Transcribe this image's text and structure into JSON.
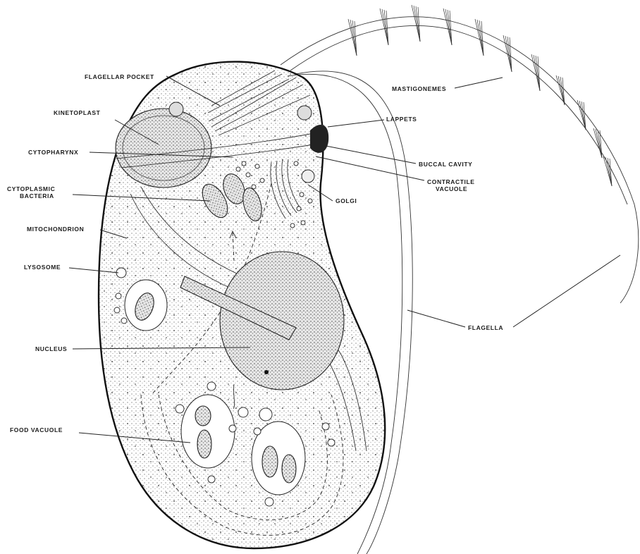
{
  "labels": {
    "flagellar_pocket": "FLAGELLAR POCKET",
    "kinetoplast": "KINETOPLAST",
    "cytopharynx": "CYTOPHARYNX",
    "cytoplasmic_bacteria_1": "CYTOPLASMIC",
    "cytoplasmic_bacteria_2": "BACTERIA",
    "mitochondrion": "MITOCHONDRION",
    "lysosome": "LYSOSOME",
    "nucleus": "NUCLEUS",
    "food_vacuole": "FOOD VACUOLE",
    "mastigonemes": "MASTIGONEMES",
    "lappets": "LAPPETS",
    "buccal_cavity": "BUCCAL CAVITY",
    "contractile_vacuole_1": "CONTRACTILE",
    "contractile_vacuole_2": "VACUOLE",
    "golgi": "GOLGI",
    "flagella": "FLAGELLA"
  }
}
